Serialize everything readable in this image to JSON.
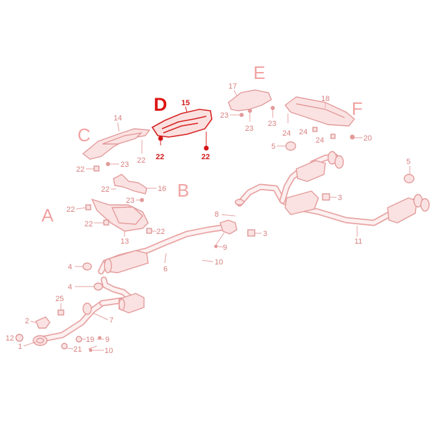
{
  "diagram": {
    "section_letters": {
      "a": "A",
      "b": "B",
      "c": "C",
      "d": "D",
      "e": "E",
      "f": "F"
    },
    "part_numbers": {
      "p1": "1",
      "p2": "2",
      "p3a": "3",
      "p3b": "3",
      "p4a": "4",
      "p4b": "4",
      "p5a": "5",
      "p5b": "5",
      "p6": "6",
      "p7": "7",
      "p8": "8",
      "p9a": "9",
      "p9b": "9",
      "p10a": "10",
      "p10b": "10",
      "p11": "11",
      "p12": "12",
      "p13": "13",
      "p14": "14",
      "p15": "15",
      "p16": "16",
      "p17": "17",
      "p18": "18",
      "p19": "19",
      "p20": "20",
      "p21": "21",
      "p22a": "22",
      "p22b": "22",
      "p22c": "22",
      "p22d": "22",
      "p22e": "22",
      "p22f": "22",
      "p22g": "22",
      "p22h": "22",
      "p23a": "23",
      "p23b": "23",
      "p23c": "23",
      "p23d": "23",
      "p23e": "23",
      "p24a": "24",
      "p24b": "24",
      "p24c": "24",
      "p25": "25"
    },
    "highlight_color": "#d62020",
    "base_color": "#e39a9a"
  }
}
